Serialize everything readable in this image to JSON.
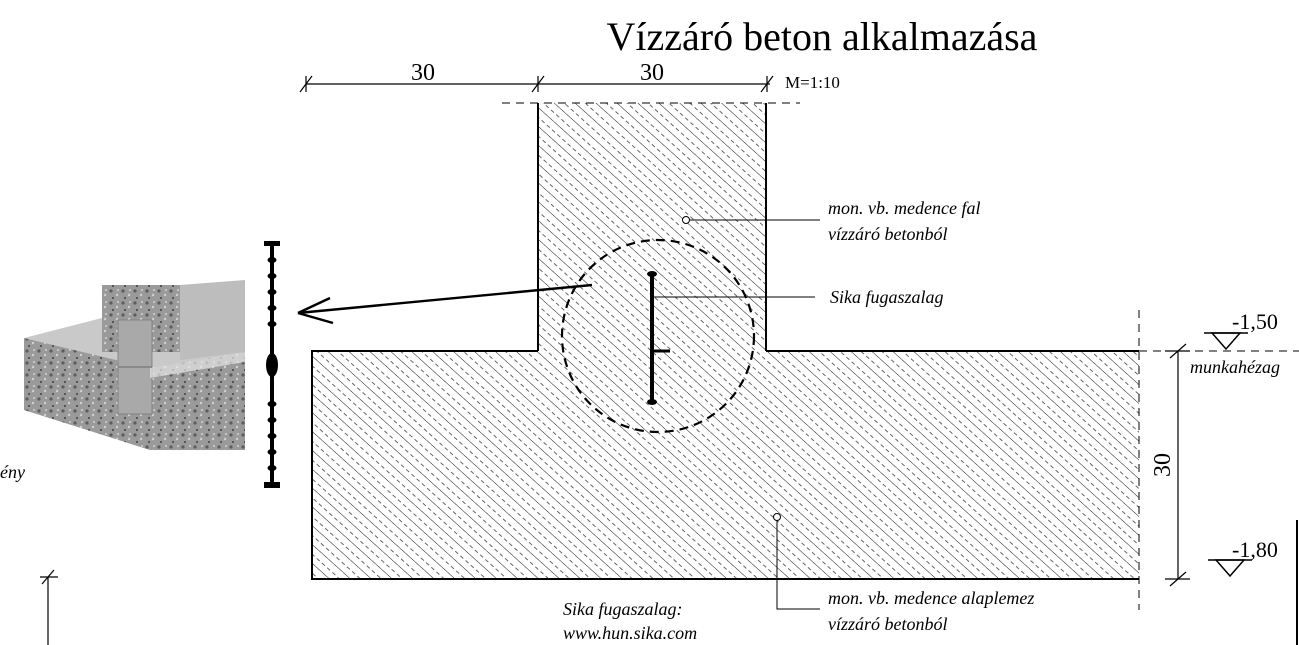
{
  "title": "Vízzáró beton alkalmazása",
  "scale": "M=1:10",
  "dimensions": {
    "width_left": "30",
    "width_wall": "30",
    "slab_thickness": "30"
  },
  "levels": {
    "top": "-1,50",
    "bottom": "-1,80"
  },
  "labels": {
    "work_joint": "munkahézag",
    "wall_line1": "mon. vb. medence fal",
    "wall_line2": "vízzáró betonból",
    "waterstop": "Sika fugaszalag",
    "slab_line1": "mon. vb. medence alaplemez",
    "slab_line2": "vízzáró betonból",
    "source_line1": "Sika fugaszalag:",
    "source_line2": "www.hun.sika.com",
    "edge_fragment": "ény"
  },
  "colors": {
    "line": "#000000",
    "hatch": "#000000",
    "concrete_light": "#d9d9d9",
    "concrete_dark": "#8a8a8a"
  }
}
